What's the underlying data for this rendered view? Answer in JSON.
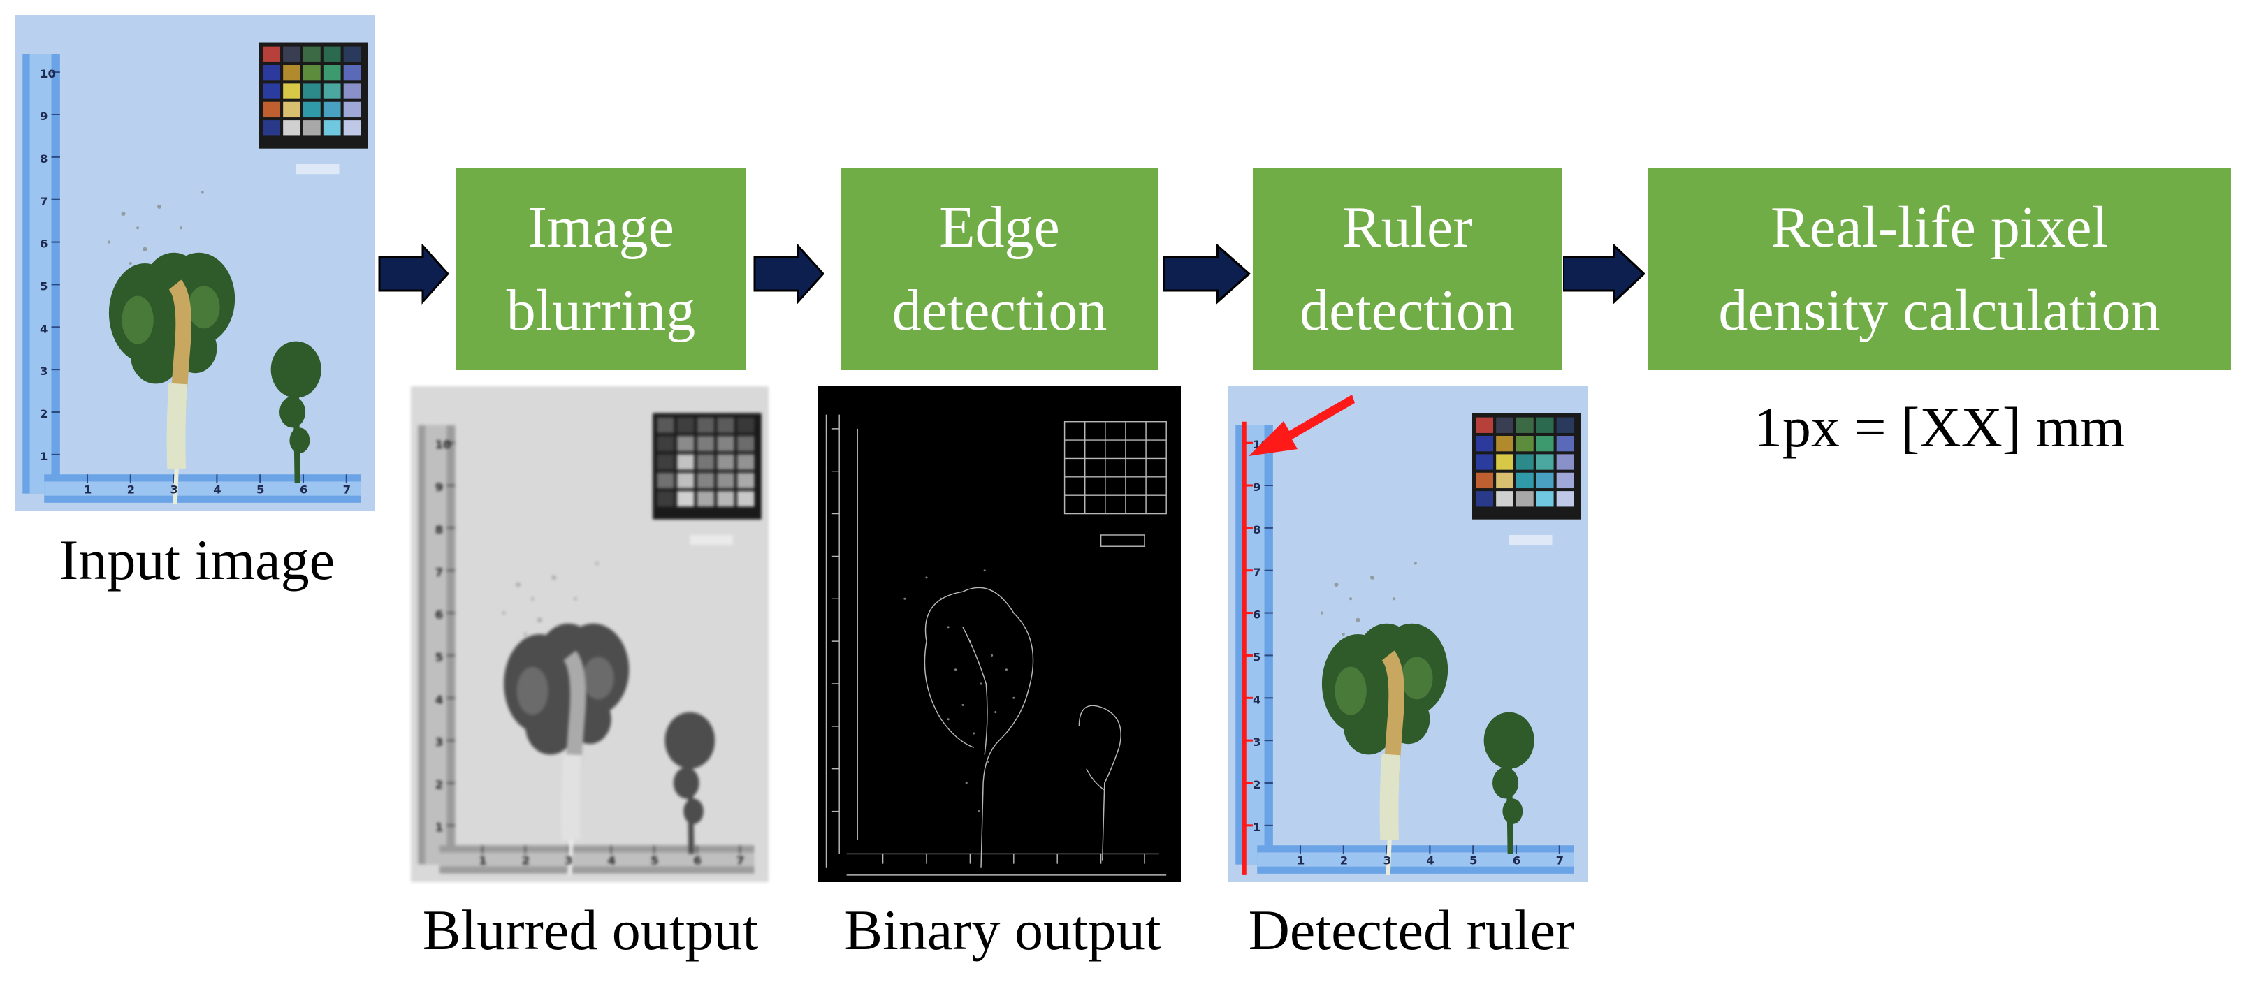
{
  "steps": [
    {
      "line1": "Image",
      "line2": "blurring"
    },
    {
      "line1": "Edge",
      "line2": "detection"
    },
    {
      "line1": "Ruler",
      "line2": "detection"
    },
    {
      "line1": "Real-life pixel",
      "line2": "density calculation"
    }
  ],
  "captions": {
    "input": "Input image",
    "blurred": "Blurred output",
    "binary": "Binary output",
    "detected": "Detected ruler"
  },
  "formula": "1px = [XX] mm",
  "ruler_numbers": {
    "vertical": [
      "10",
      "9",
      "8",
      "7",
      "6",
      "5",
      "4",
      "3",
      "2",
      "1"
    ],
    "horizontal": [
      "1",
      "2",
      "3",
      "4",
      "5",
      "6",
      "7"
    ]
  },
  "colors": {
    "box_green": "#70ad47",
    "arrow_navy": "#0d1f4e",
    "pointer_red": "#ff1a1a"
  }
}
